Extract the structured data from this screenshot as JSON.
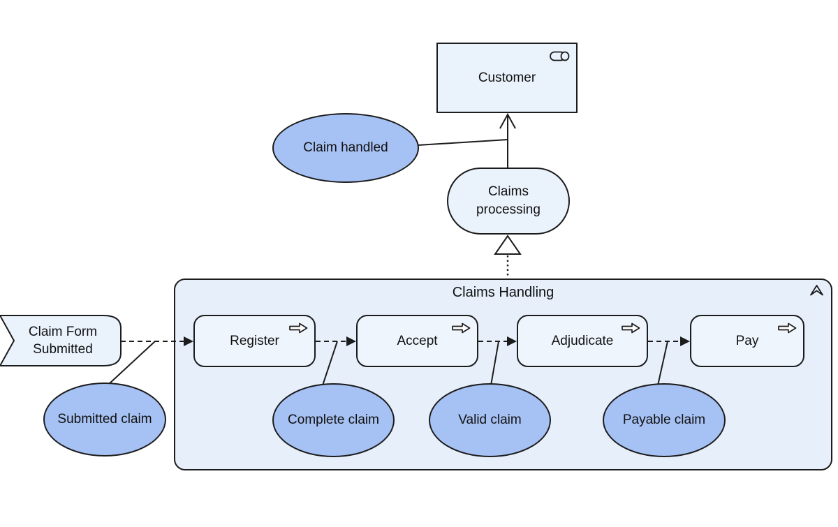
{
  "diagram": {
    "kind": "archimate-business-process-view",
    "container_title": "Claims Handling"
  },
  "colors": {
    "background": "#ffffff",
    "light_fill": "#eaf2fc",
    "container_fill": "#e7f0fa",
    "process_fill": "#eff5fd",
    "value_fill": "#a6c1f3",
    "stroke": "#1c1c1c"
  },
  "nodes": {
    "customer": {
      "label": "Customer"
    },
    "claim_handled": {
      "label": "Claim handled"
    },
    "claims_processing": {
      "label": "Claims\nprocessing"
    },
    "event": {
      "label": "Claim Form\nSubmitted"
    },
    "processes": [
      {
        "label": "Register"
      },
      {
        "label": "Accept"
      },
      {
        "label": "Adjudicate"
      },
      {
        "label": "Pay"
      }
    ],
    "claims": [
      {
        "label": "Submitted claim"
      },
      {
        "label": "Complete claim"
      },
      {
        "label": "Valid claim"
      },
      {
        "label": "Payable claim"
      }
    ]
  }
}
